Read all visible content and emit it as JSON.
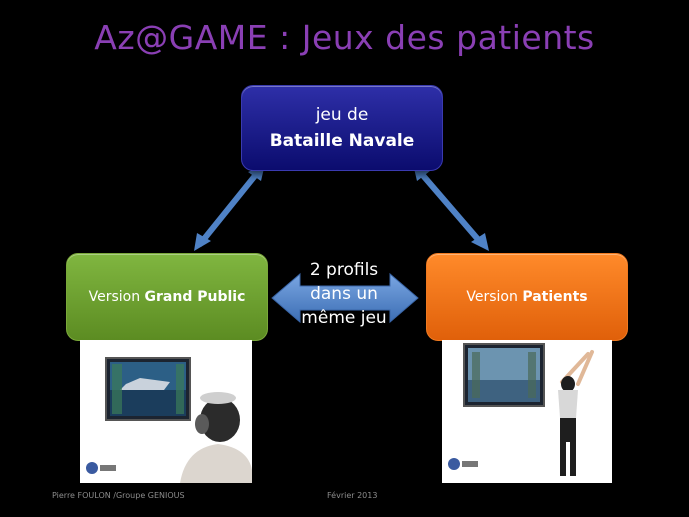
{
  "title": "Az@GAME : Jeux des patients",
  "top_box": {
    "line1": "jeu de",
    "line2": "Bataille Navale"
  },
  "left_box": {
    "prefix": "Version ",
    "bold": "Grand Public"
  },
  "right_box": {
    "prefix": "Version ",
    "bold": "Patients"
  },
  "center": {
    "line1": "2 profils",
    "line2": "dans un",
    "line3": "même jeu"
  },
  "footer": {
    "author": "Pierre FOULON /Groupe GENIOUS",
    "date": "Février 2013"
  },
  "colors": {
    "title": "#8a3fb4",
    "top_box": "#14157e",
    "left_box": "#6f9e2f",
    "right_box": "#f07312",
    "arrow": "#4f82c6"
  }
}
